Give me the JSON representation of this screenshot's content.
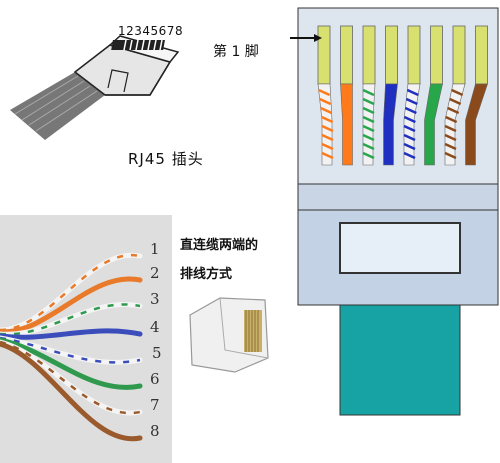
{
  "top_left": {
    "pin_numbers": "12345678",
    "label": "RJ45 插头"
  },
  "right": {
    "pin1_label": "第 1 脚",
    "wire_colors": [
      "#f2f2f2",
      "#ff7a1a",
      "#f2f2f2",
      "#1f2fbf",
      "#f2f2f2",
      "#28a64a",
      "#f2f2f2",
      "#8b4a1c"
    ],
    "stripe_colors": [
      "#ff7a1a",
      null,
      "#28a64a",
      null,
      "#1f2fbf",
      null,
      "#8b4a1c",
      null
    ]
  },
  "bottom_left": {
    "caption_line1": "直连缆两端的",
    "caption_line2": "排线方式",
    "wire_numbers": [
      "1",
      "2",
      "3",
      "4",
      "5",
      "6",
      "7",
      "8"
    ]
  }
}
